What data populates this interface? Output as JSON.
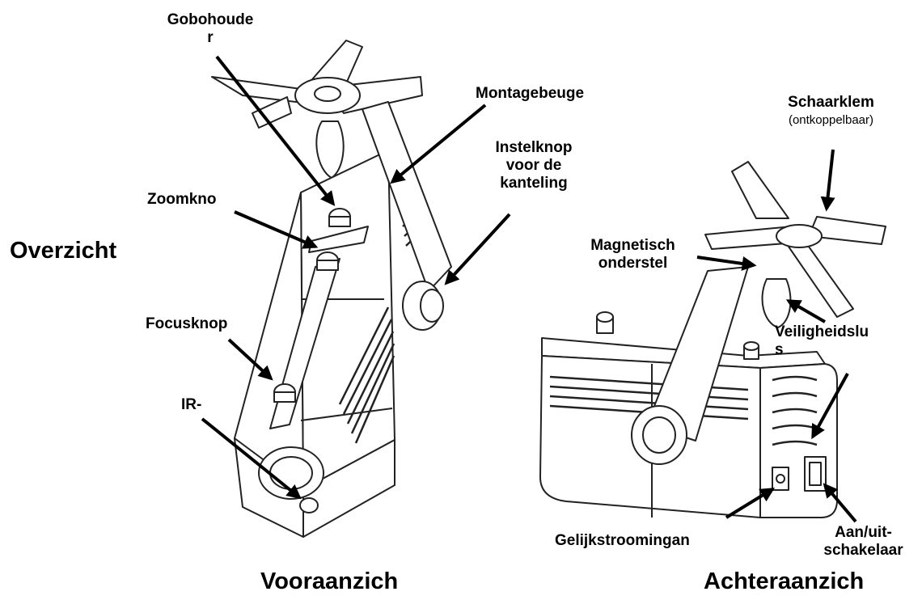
{
  "heading": "Overzicht",
  "views": {
    "front": "Vooraanzich",
    "back": "Achteraanzich"
  },
  "labels": {
    "gobo_holder_line1": "Gobohoude",
    "gobo_holder_line2": "r",
    "zoom_knob": "Zoomkno",
    "focus_knob": "Focusknop",
    "ir": "IR-",
    "mounting_bracket": "Montagebeuge",
    "tilt_knob_line1": "Instelknop",
    "tilt_knob_line2": "voor de",
    "tilt_knob_line3": "kanteling",
    "scissor_clamp": "Schaarklem",
    "scissor_clamp_note": "(ontkoppelbaar)",
    "magnetic_base_line1": "Magnetisch",
    "magnetic_base_line2": "onderstel",
    "safety_loop_line1": "Veiligheidslu",
    "safety_loop_line2": "s",
    "dc_input": "Gelijkstroomingan",
    "power_switch_line1": "Aan/uit-",
    "power_switch_line2": "schakelaar"
  }
}
